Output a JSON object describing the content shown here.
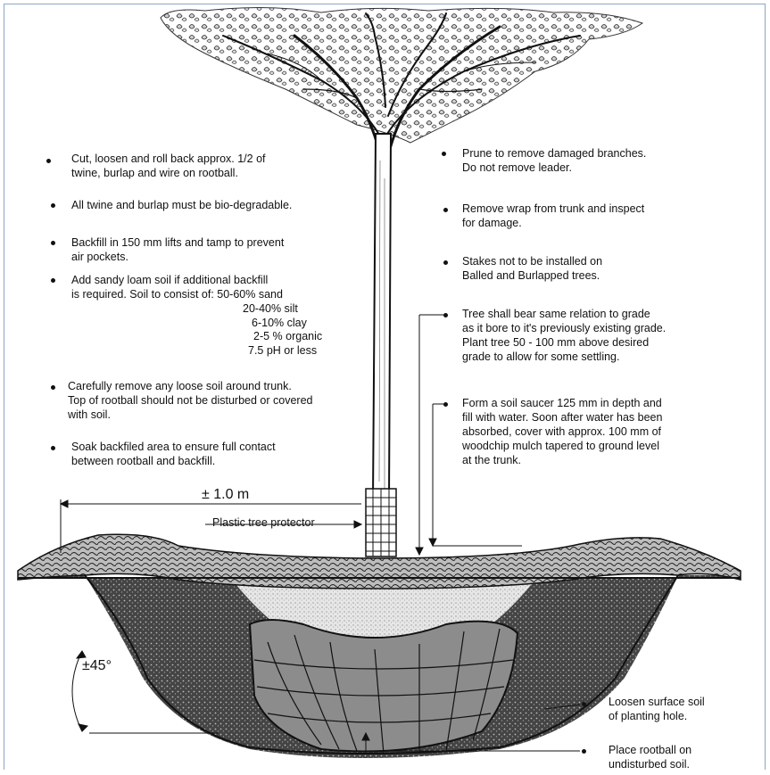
{
  "left_notes": [
    {
      "lines": [
        "Cut, loosen and roll back approx. 1/2 of",
        "twine, burlap and wire on rootball."
      ]
    },
    {
      "lines": [
        "All twine and burlap must be bio-degradable."
      ]
    },
    {
      "lines": [
        "Backfill in 150 mm lifts and tamp to prevent",
        "air pockets."
      ]
    },
    {
      "lines": [
        "Add sandy loam soil if additional backfill",
        "is required. Soil to consist of: 50-60% sand"
      ]
    },
    {
      "lines": [
        "Carefully remove any loose soil around trunk.",
        "Top of rootball should not be disturbed or covered",
        "with soil."
      ]
    },
    {
      "lines": [
        "Soak backfiled area to ensure full contact",
        "between rootball and backfill."
      ]
    }
  ],
  "soil_mix": [
    "20-40% silt",
    "6-10% clay",
    "2-5  % organic",
    "7.5 pH or less"
  ],
  "right_notes": [
    {
      "lines": [
        "Prune to remove damaged branches.",
        "Do not remove leader."
      ]
    },
    {
      "lines": [
        "Remove wrap from trunk and inspect",
        "for damage."
      ]
    },
    {
      "lines": [
        "Stakes not to be installed on",
        "Balled and Burlapped trees."
      ]
    },
    {
      "lines": [
        "Tree shall bear same relation to grade",
        "as it bore to it's previously existing grade.",
        "Plant tree 50 - 100 mm above desired",
        "grade to allow for some settling."
      ]
    },
    {
      "lines": [
        "Form a soil saucer 125 mm in depth and",
        "fill with water. Soon after water has been",
        "absorbed, cover with approx. 100 mm of",
        "woodchip mulch tapered to ground level",
        "at the trunk."
      ]
    }
  ],
  "bottom_notes": [
    {
      "lines": [
        "Loosen surface soil",
        "of planting hole."
      ]
    },
    {
      "lines": [
        "Place rootball on",
        "undisturbed soil."
      ]
    }
  ],
  "labels": {
    "protector": "Plastic tree protector",
    "width_dim": "± 1.0 m",
    "angle_dim": "±45°"
  },
  "colors": {
    "ink": "#111111",
    "soil_dark": "#3a3a3a",
    "backfill": "#d9d9d9",
    "frame": "#8aa7c6"
  }
}
